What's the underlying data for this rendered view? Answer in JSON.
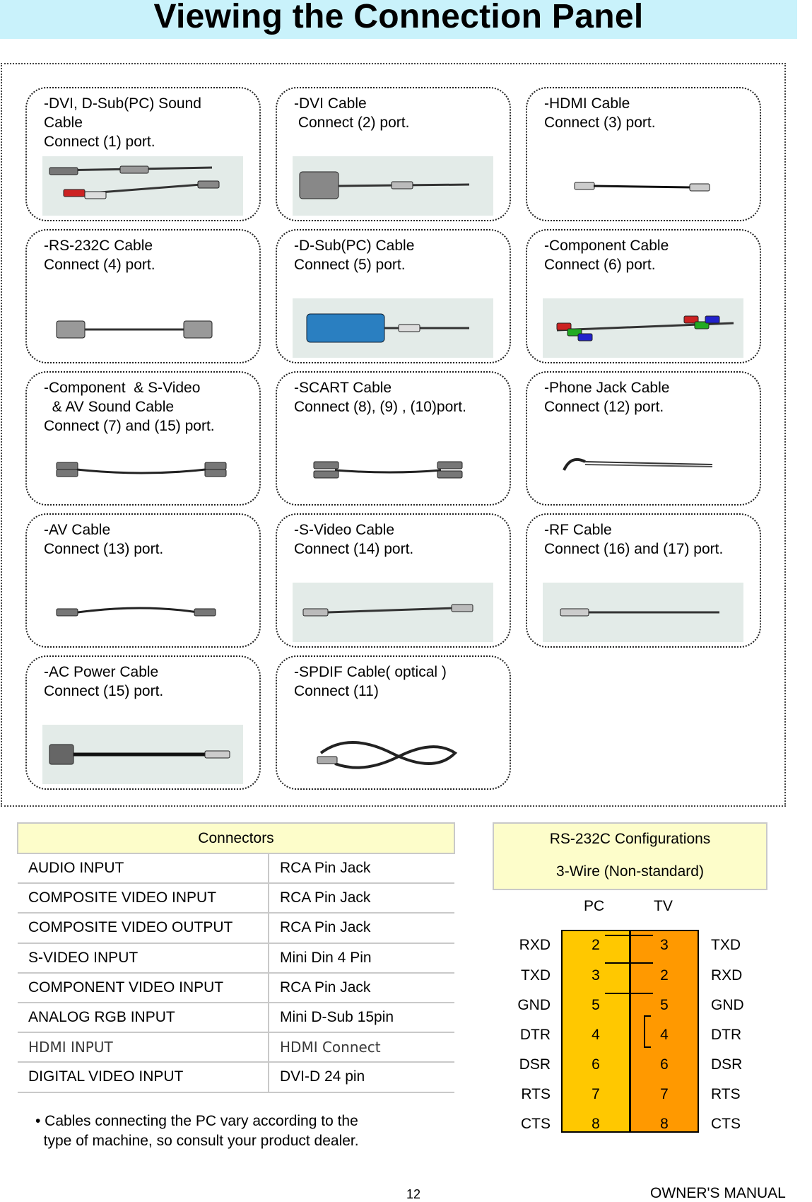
{
  "page_title": "Viewing the Connection Panel",
  "cables": [
    {
      "lines": [
        "-DVI, D-Sub(PC) Sound",
        "Cable",
        "Connect (1) port."
      ],
      "picture": "audio-cables"
    },
    {
      "lines": [
        "-DVI Cable",
        " Connect (2) port."
      ],
      "picture": "dvi-cable"
    },
    {
      "lines": [
        "-HDMI Cable",
        "Connect (3) port."
      ],
      "picture": "hdmi-cable"
    },
    {
      "lines": [
        "-RS-232C Cable",
        "Connect (4) port."
      ],
      "picture": "rs232c-cable"
    },
    {
      "lines": [
        "-D-Sub(PC) Cable",
        "Connect (5) port."
      ],
      "picture": "dsub-cable"
    },
    {
      "lines": [
        "-Component Cable",
        "Connect (6) port."
      ],
      "picture": "component-cable"
    },
    {
      "lines": [
        "-Component  & S-Video",
        "  & AV Sound Cable",
        "Connect (7) and (15) port."
      ],
      "picture": "component-av-cable"
    },
    {
      "lines": [
        "-SCART Cable",
        "Connect (8), (9) , (10)port."
      ],
      "picture": "scart-cable"
    },
    {
      "lines": [
        "-Phone Jack Cable",
        "Connect (12) port."
      ],
      "picture": "phone-jack-cable"
    },
    {
      "lines": [
        "-AV Cable",
        "Connect (13) port."
      ],
      "picture": "av-cable"
    },
    {
      "lines": [
        "-S-Video Cable",
        "Connect (14) port."
      ],
      "picture": "svideo-cable"
    },
    {
      "lines": [
        "-RF Cable",
        "Connect (16) and (17) port."
      ],
      "picture": "rf-cable"
    },
    {
      "lines": [
        "-AC Power Cable",
        "Connect (15) port."
      ],
      "picture": "power-cable"
    },
    {
      "lines": [
        "-SPDIF Cable( optical )",
        "Connect (11)"
      ],
      "picture": "spdif-cable"
    }
  ],
  "connectors": {
    "header": "Connectors",
    "rows": [
      [
        "AUDIO INPUT",
        "RCA Pin Jack"
      ],
      [
        "COMPOSITE VIDEO INPUT",
        "RCA Pin Jack"
      ],
      [
        "COMPOSITE VIDEO OUTPUT",
        "RCA Pin Jack"
      ],
      [
        "S-VIDEO INPUT",
        "Mini Din 4 Pin"
      ],
      [
        "COMPONENT VIDEO INPUT",
        "RCA Pin Jack"
      ],
      [
        "ANALOG RGB INPUT",
        "Mini D-Sub 15pin"
      ],
      [
        "HDMI INPUT",
        "HDMI Connect"
      ],
      [
        "DIGITAL VIDEO INPUT",
        "DVI-D 24 pin"
      ]
    ]
  },
  "note": [
    "• Cables connecting the PC vary according to the",
    "  type of machine, so consult your product dealer."
  ],
  "rs232c": {
    "title": "RS-232C Configurations",
    "subtitle": "3-Wire (Non-standard)",
    "pc_label": "PC",
    "tv_label": "TV",
    "rows": [
      {
        "pc_signal": "RXD",
        "pc_pin": "2",
        "tv_pin": "3",
        "tv_signal": "TXD"
      },
      {
        "pc_signal": "TXD",
        "pc_pin": "3",
        "tv_pin": "2",
        "tv_signal": "RXD"
      },
      {
        "pc_signal": "GND",
        "pc_pin": "5",
        "tv_pin": "5",
        "tv_signal": "GND"
      },
      {
        "pc_signal": "DTR",
        "pc_pin": "4",
        "tv_pin": "4",
        "tv_signal": "DTR"
      },
      {
        "pc_signal": "DSR",
        "pc_pin": "6",
        "tv_pin": "6",
        "tv_signal": "DSR"
      },
      {
        "pc_signal": "RTS",
        "pc_pin": "7",
        "tv_pin": "7",
        "tv_signal": "RTS"
      },
      {
        "pc_signal": "CTS",
        "pc_pin": "8",
        "tv_pin": "8",
        "tv_signal": "CTS"
      }
    ],
    "colors": {
      "pc_column": "#ffc800",
      "tv_column": "#ff9900"
    }
  },
  "footer": {
    "page_number": "12",
    "manual_label": "OWNER'S MANUAL"
  }
}
